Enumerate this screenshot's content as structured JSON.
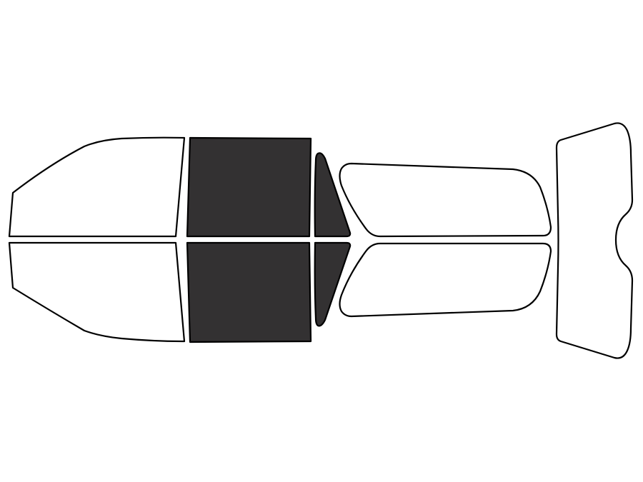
{
  "colors": {
    "background": "#ffffff",
    "outline": "#000000",
    "shaded_fill": "#333132",
    "unshaded_fill": "#ffffff"
  },
  "panes": [
    {
      "name": "windshield-upper-half",
      "shaded": false
    },
    {
      "name": "windshield-lower-half",
      "shaded": false
    },
    {
      "name": "front-door-window-upper",
      "shaded": true
    },
    {
      "name": "front-door-window-lower",
      "shaded": true
    },
    {
      "name": "quarter-window-upper",
      "shaded": true
    },
    {
      "name": "quarter-window-lower",
      "shaded": true
    },
    {
      "name": "roof-glass-upper",
      "shaded": false
    },
    {
      "name": "roof-glass-lower",
      "shaded": false
    },
    {
      "name": "rear-window",
      "shaded": false
    }
  ]
}
